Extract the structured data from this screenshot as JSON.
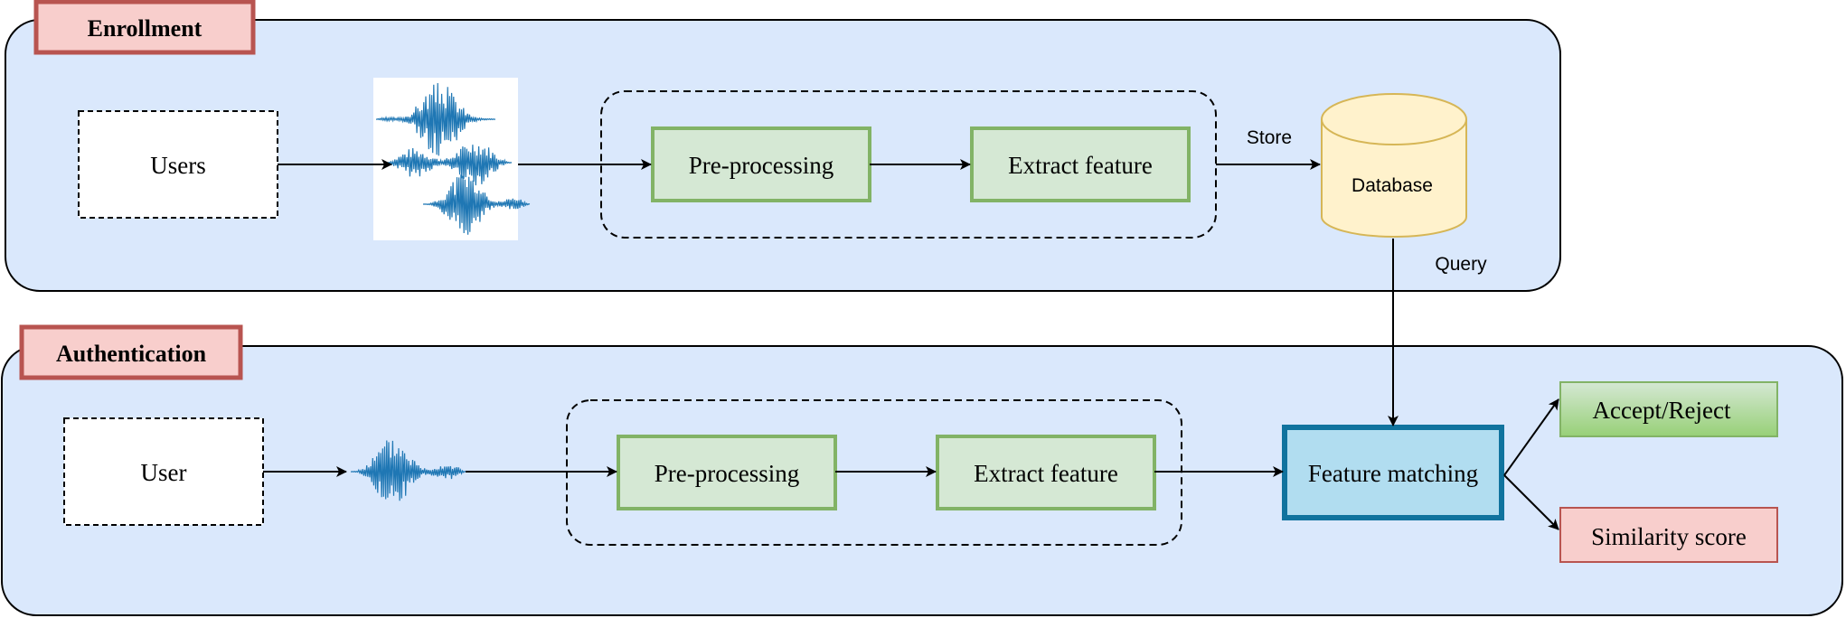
{
  "enrollment": {
    "title": "Enrollment",
    "source": "Users",
    "preprocess": "Pre-processing",
    "extract": "Extract feature",
    "store_label": "Store",
    "database": "Database"
  },
  "query_label": "Query",
  "authentication": {
    "title": "Authentication",
    "source": "User",
    "preprocess": "Pre-processing",
    "extract": "Extract feature",
    "matching": "Feature matching",
    "accept_reject": "Accept/Reject",
    "similarity": "Similarity score"
  },
  "colors": {
    "panel_fill": "#dae8fc",
    "title_fill": "#f8cecc",
    "title_border": "#b85450",
    "process_fill": "#d5e8d4",
    "process_border": "#82b366",
    "database_fill": "#fff2cc",
    "database_border": "#d6b656",
    "matching_fill": "#b1ddf0",
    "matching_border": "#10739e",
    "waveform": "#1f77b4"
  }
}
